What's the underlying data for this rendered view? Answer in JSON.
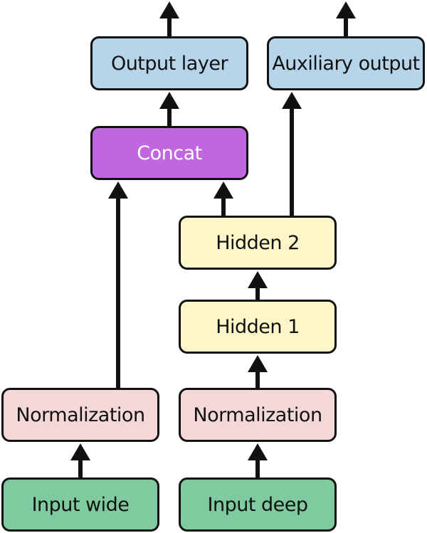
{
  "colors": {
    "output": "#b6d4ea",
    "concat": "#c066e0",
    "hidden": "#fcf6c8",
    "normalization": "#f4d8d8",
    "input": "#7fcb9f",
    "stroke": "#111111"
  },
  "nodes": {
    "output_layer": "Output layer",
    "auxiliary_output": "Auxiliary output",
    "concat": "Concat",
    "hidden2": "Hidden 2",
    "hidden1": "Hidden 1",
    "normalization_wide": "Normalization",
    "normalization_deep": "Normalization",
    "input_wide": "Input wide",
    "input_deep": "Input deep"
  },
  "edges": [
    {
      "from": "input_wide",
      "to": "normalization_wide"
    },
    {
      "from": "input_deep",
      "to": "normalization_deep"
    },
    {
      "from": "normalization_deep",
      "to": "hidden1"
    },
    {
      "from": "hidden1",
      "to": "hidden2"
    },
    {
      "from": "hidden2",
      "to": "concat"
    },
    {
      "from": "normalization_wide",
      "to": "concat"
    },
    {
      "from": "hidden2",
      "to": "auxiliary_output"
    },
    {
      "from": "concat",
      "to": "output_layer"
    },
    {
      "from": "output_layer",
      "to": "output"
    },
    {
      "from": "auxiliary_output",
      "to": "output"
    }
  ]
}
